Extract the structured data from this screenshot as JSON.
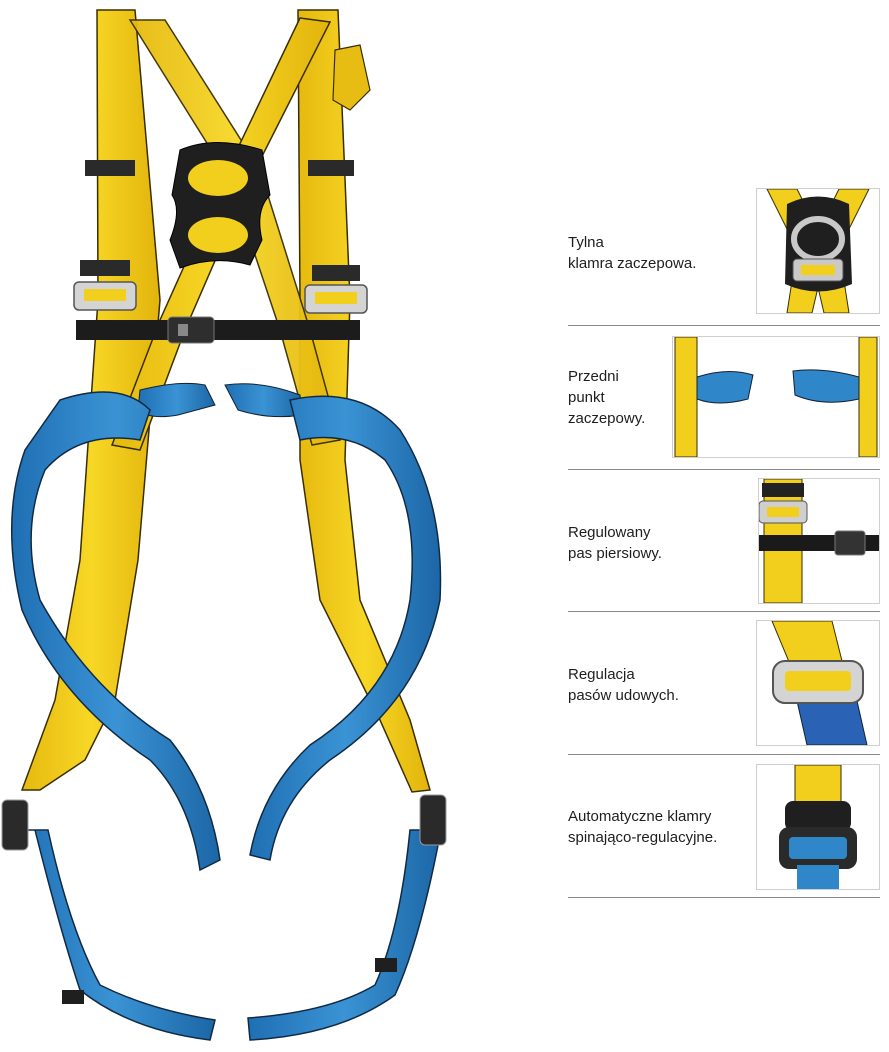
{
  "figure": {
    "icon": "full-body-harness-photo",
    "colors": {
      "webbing_yellow": "#f2cf1c",
      "webbing_blue": "#2f86c8",
      "buckle_black": "#1f1f1f",
      "metal": "#c9c9c9"
    }
  },
  "features": [
    {
      "id": "rear-d-ring",
      "label": "Tylna\nklamra zaczepowa.",
      "icon": "rear-attachment-icon"
    },
    {
      "id": "front-loops",
      "label": "Przedni\npunkt\nzaczepowy.",
      "icon": "front-attachment-icon"
    },
    {
      "id": "chest-strap",
      "label": "Regulowany\npas piersiowy.",
      "icon": "chest-strap-icon"
    },
    {
      "id": "leg-adjust",
      "label": "Regulacja\npasów udowych.",
      "icon": "leg-strap-buckle-icon"
    },
    {
      "id": "auto-buckles",
      "label": "Automatyczne klamry\nspinająco-regulacyjne.",
      "icon": "automatic-buckle-icon"
    }
  ]
}
